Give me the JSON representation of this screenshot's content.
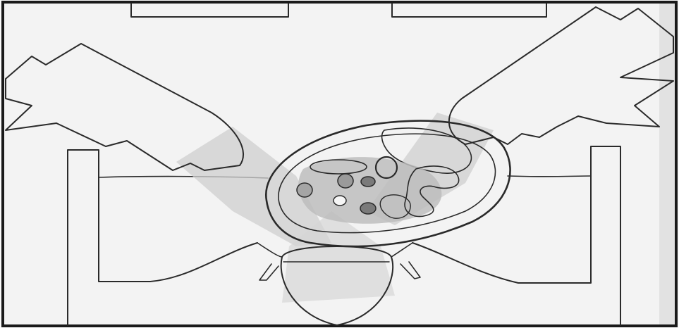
{
  "figure": {
    "kind": "anatomical-line-drawing",
    "subject": "cross-section-radiation-beam-arrangement",
    "colors": {
      "ink": "#2a2a2a",
      "paper": "#f4f4f4",
      "beam_shade": "#cfcfcf",
      "organ_shade": "#bdbdbd"
    },
    "beams": {
      "count": 3,
      "directions": [
        "left-oblique",
        "right-oblique",
        "posterior"
      ]
    }
  }
}
